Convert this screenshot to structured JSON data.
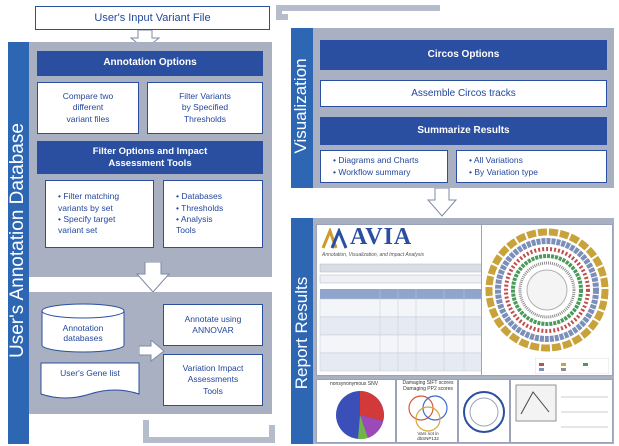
{
  "top_input": "User's Input Variant File",
  "left_panel": {
    "sidebar_label": "User's Annotation Database",
    "annotation_options": "Annotation Options",
    "compare_files": "Compare two\ndifferent\nvariant files",
    "filter_thresholds": "Filter Variants\nby Specified\nThresholds",
    "filter_tools_header": "Filter Options and Impact\nAssessment Tools",
    "filter_items": [
      "• Filter matching\n  variants by set",
      "• Specify target\n  variant set"
    ],
    "db_items": [
      "• Databases",
      "• Thresholds",
      "• Analysis\n  Tools"
    ]
  },
  "bottom_panel": {
    "annotation_databases": "Annotation\ndatabases",
    "gene_list": "User's Gene list",
    "annotate": "Annotate using\nANNOVAR",
    "variation_tools": "Variation Impact\nAssessments\nTools"
  },
  "visualization": {
    "sidebar_label": "Visualization",
    "circos_options": "Circos Options",
    "assemble": "Assemble Circos tracks",
    "summarize": "Summarize Results",
    "left_items": [
      "• Diagrams and Charts",
      "• Workflow summary"
    ],
    "right_items": [
      "• All Variations",
      "• By Variation type"
    ]
  },
  "report": {
    "sidebar_label": "Report Results",
    "logo": "AVIA",
    "logo_sub": "Annotation, Visualization, and Impact Analysis",
    "pie_label": "nonsynonymous SNV",
    "venn_title": "Damaging SIFT scores\nDamaging PP2 scores",
    "venn_sub": "Vars not in\ndbSNP132"
  },
  "colors": {
    "sidebar_blue": "#2d67b3",
    "header_blue": "#2b4fa0",
    "panel_gray": "#a9b0c2",
    "text_blue": "#23479c"
  }
}
